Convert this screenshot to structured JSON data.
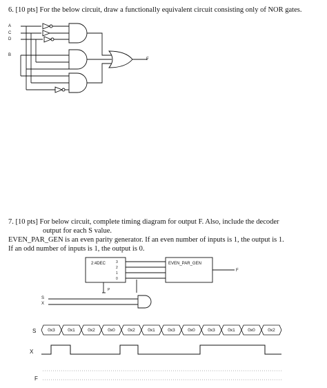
{
  "q6": {
    "text": "6. [10 pts] For the below circuit, draw a functionally equivalent circuit consisting only of NOR gates."
  },
  "circuit1": {
    "inputs": [
      "A",
      "C",
      "D",
      "B"
    ],
    "output": "F"
  },
  "q7": {
    "line1": "7. [10 pts] For below circuit, complete timing diagram for output F. Also, include the decoder",
    "line2": "output for each S value.",
    "line3": "EVEN_PAR_GEN is an even parity generator.  If an even number of inputs is 1, the output is 1.",
    "line4": "If an odd number of inputs is 1, the output is 0."
  },
  "circuit2": {
    "decoder_label": "2:4DEC",
    "decoder_outputs": [
      "3",
      "2",
      "1",
      "0"
    ],
    "enable_label": "P",
    "parity_label": "EVEN_PAR_GEN",
    "output": "F",
    "inputs": [
      "S",
      "X"
    ]
  },
  "timing": {
    "s_label": "S",
    "x_label": "X",
    "f_label": "F",
    "s_values": [
      "0x3",
      "0x1",
      "0x2",
      "0x0",
      "0x2",
      "0x1",
      "0x3",
      "0x0",
      "0x3",
      "0x1",
      "0x0",
      "0x2"
    ]
  }
}
